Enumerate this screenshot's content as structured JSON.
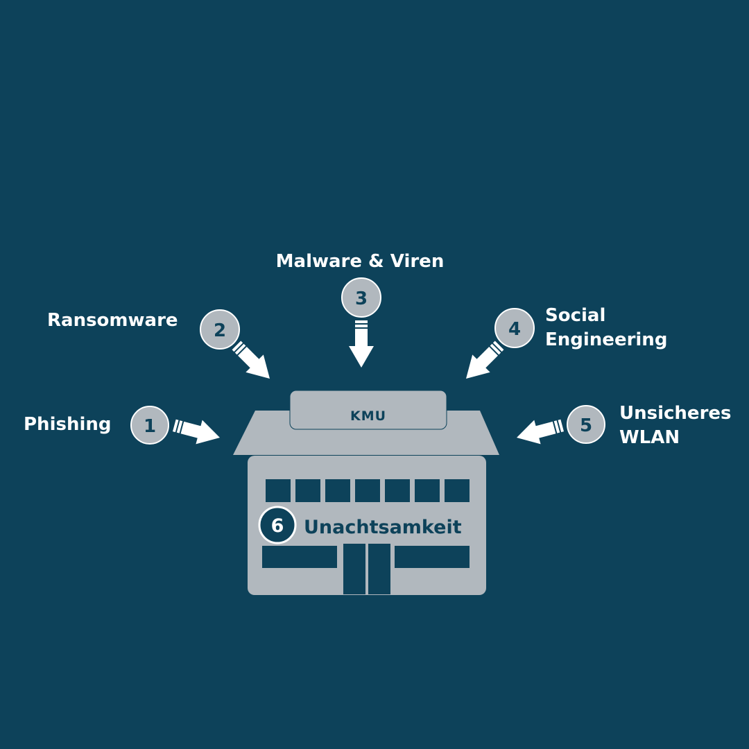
{
  "colors": {
    "background": "#0d425a",
    "building": "#b1b8be",
    "text_light": "#ffffff",
    "text_dark": "#0d425a",
    "badge_fill": "#b1b8be",
    "badge_stroke": "#ffffff"
  },
  "building": {
    "sign_label": "KMU",
    "inner_badge_number": "6",
    "inner_label": "Unachtsamkeit"
  },
  "threats": [
    {
      "number": "1",
      "label_lines": [
        "Phishing"
      ]
    },
    {
      "number": "2",
      "label_lines": [
        "Ransomware"
      ]
    },
    {
      "number": "3",
      "label_lines": [
        "Malware & Viren"
      ]
    },
    {
      "number": "4",
      "label_lines": [
        "Social",
        "Engineering"
      ]
    },
    {
      "number": "5",
      "label_lines": [
        "Unsicheres",
        "WLAN"
      ]
    }
  ]
}
